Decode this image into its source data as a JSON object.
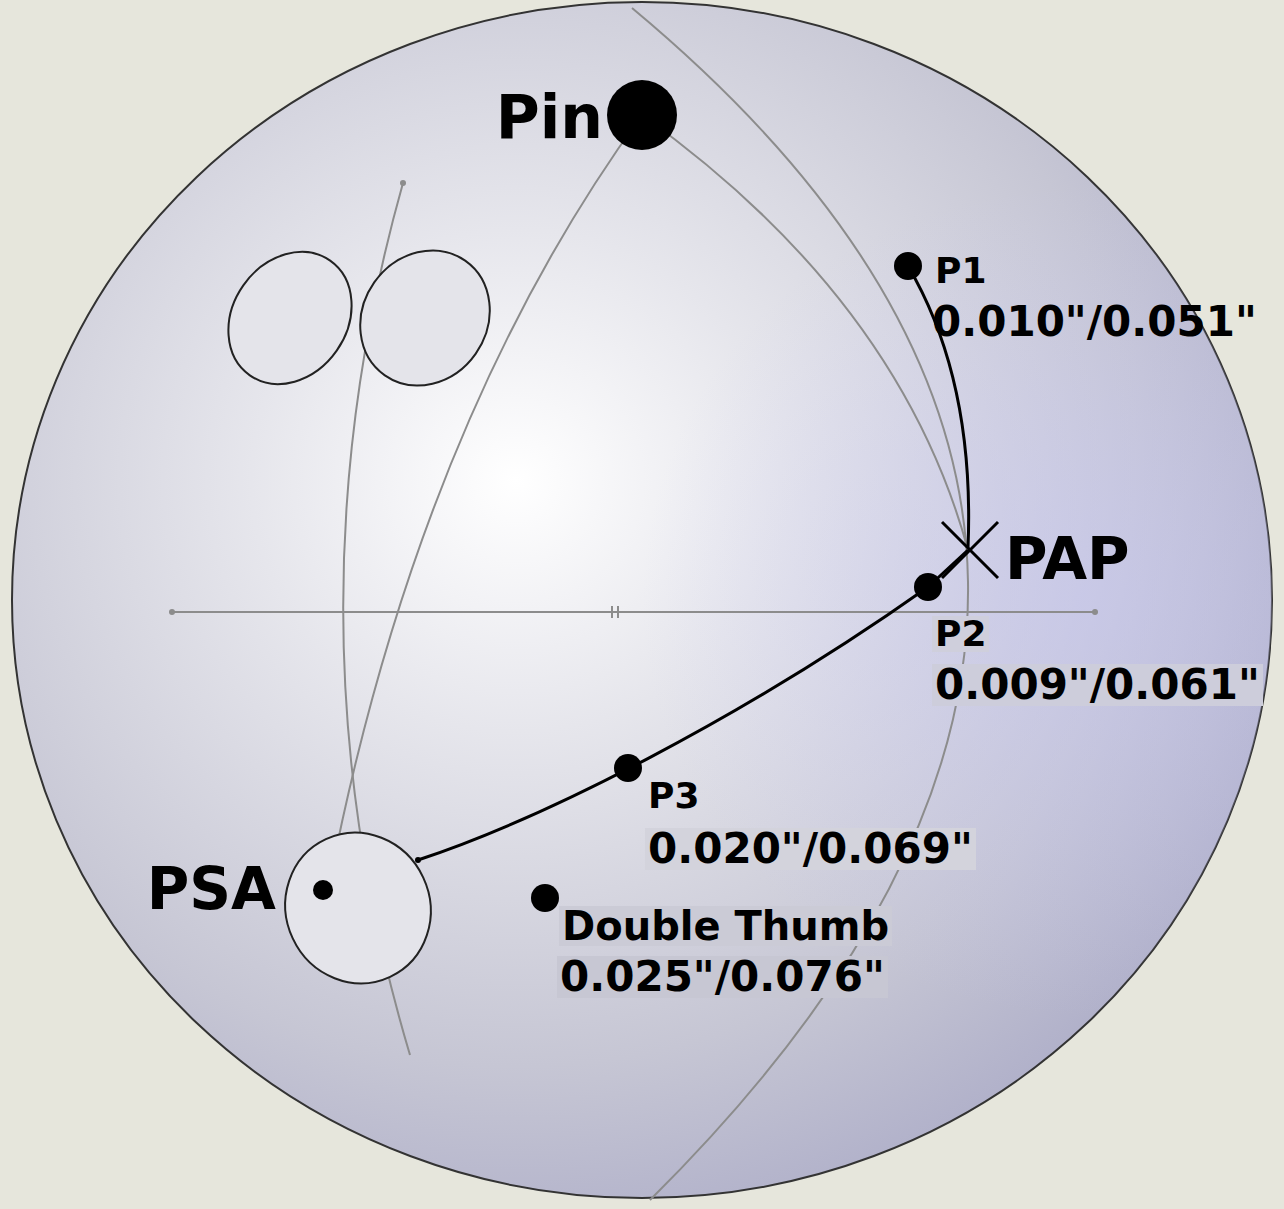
{
  "diagram": {
    "labels": [
      "Pin",
      "P1",
      "0.010\"/0.051\"",
      "PAP",
      "P2",
      "0.009\"/0.061\"",
      "P3",
      "0.020\"/0.069\"",
      "PSA",
      "Double Thumb",
      "0.025\"/0.076\""
    ]
  }
}
